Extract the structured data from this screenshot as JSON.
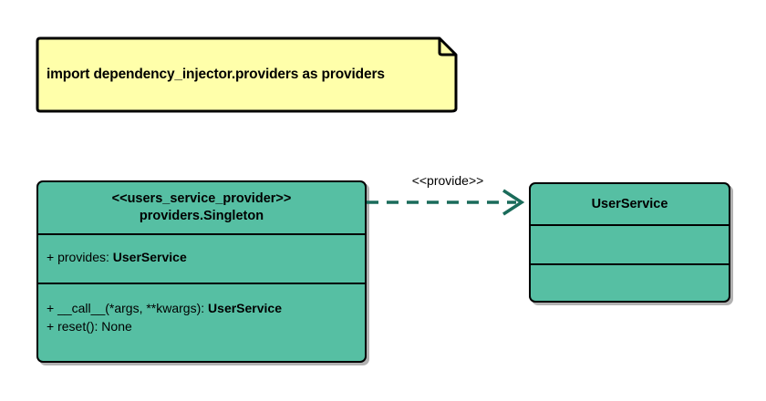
{
  "diagram": {
    "type": "uml-class-diagram",
    "background": "#ffffff",
    "colors": {
      "class_fill": "#56bfa3",
      "note_fill": "#ffffaa",
      "stroke": "#000000",
      "connector": "#1a6b5a"
    }
  },
  "note": {
    "text": "import dependency_injector.providers as providers",
    "fill": "#ffffaa"
  },
  "provider_class": {
    "stereotype": "<<users_service_provider>>",
    "name": "providers.Singleton",
    "attributes": [
      {
        "visibility": "+",
        "text": "provides: ",
        "type": "UserService"
      }
    ],
    "methods": [
      {
        "visibility": "+",
        "text": "__call__(*args, **kwargs): ",
        "type": "UserService"
      },
      {
        "visibility": "+",
        "text": "reset(): None",
        "type": ""
      }
    ]
  },
  "service_class": {
    "name": "UserService",
    "attributes": [],
    "methods": []
  },
  "connector": {
    "label": "<<provide>>",
    "style": "dashed",
    "arrow": "open",
    "color": "#1a6b5a"
  }
}
